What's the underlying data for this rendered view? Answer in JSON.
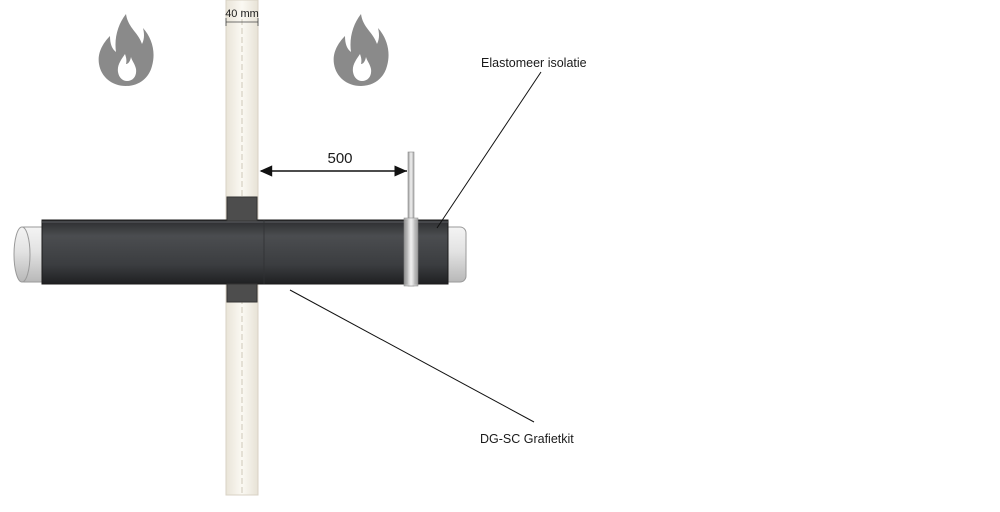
{
  "diagram": {
    "wall_thickness_label": "40 mm",
    "distance_label": "500",
    "insulation_label": "Elastomeer isolatie",
    "sealant_label": "DG-SC Grafietkit",
    "icons": [
      "flame-icon",
      "flame-icon"
    ],
    "colors": {
      "insulation": "#3d3f42",
      "pipe": "#dcdcdc",
      "wall": "#f3efe6",
      "sealant": "#4a4a4a",
      "flame": "#8a8a8a",
      "clamp": "#c8c8c8"
    }
  }
}
